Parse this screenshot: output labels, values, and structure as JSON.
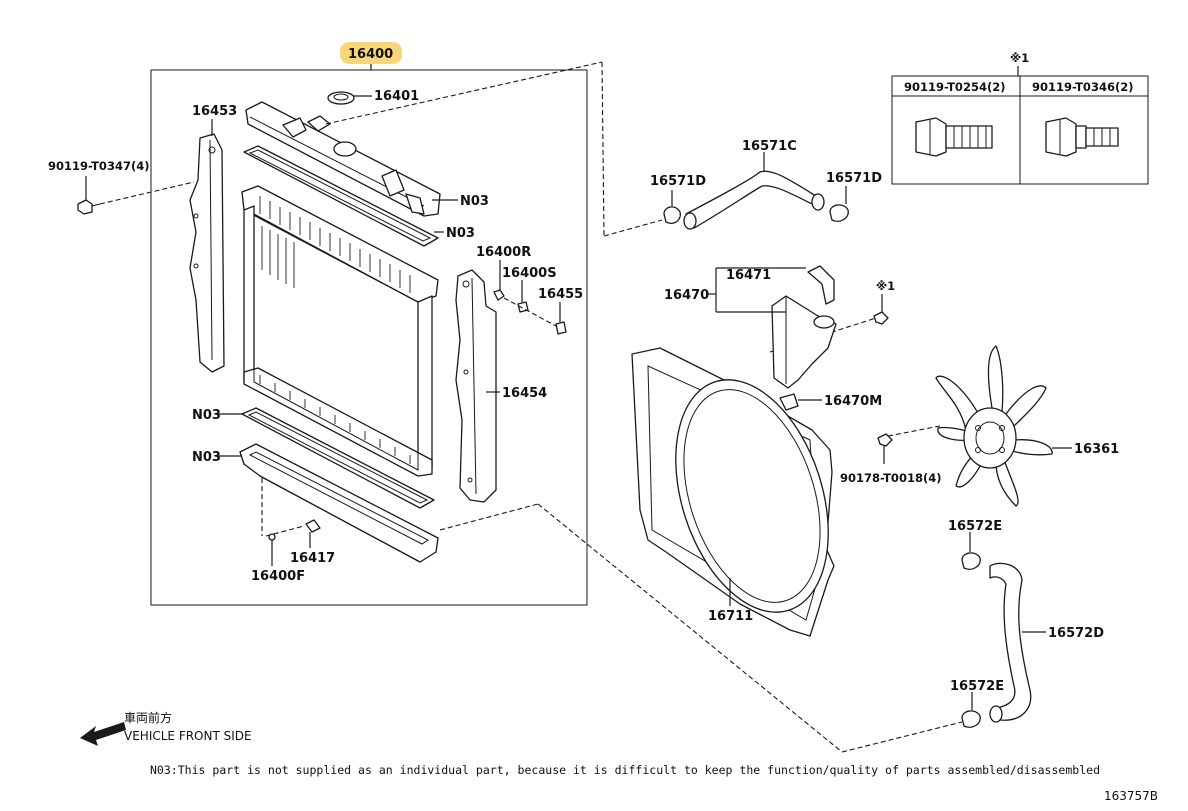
{
  "diagram": {
    "main_assembly": "16400",
    "callouts": {
      "p16401": "16401",
      "p16453": "16453",
      "bolt_left": "90119-T0347(4)",
      "n03_a": "N03",
      "n03_b": "N03",
      "n03_c": "N03",
      "n03_d": "N03",
      "p16400R": "16400R",
      "p16400S": "16400S",
      "p16455": "16455",
      "p16454": "16454",
      "p16417": "16417",
      "p16400F": "16400F",
      "p16571C": "16571C",
      "p16571D_left": "16571D",
      "p16571D_right": "16571D",
      "p16471": "16471",
      "p16470": "16470",
      "p16470M": "16470M",
      "ref_mark_small": "※1",
      "p16711": "16711",
      "p16361": "16361",
      "nut": "90178-T0018(4)",
      "p16572E_top": "16572E",
      "p16572E_bottom": "16572E",
      "p16572D": "16572D"
    },
    "bolt_table": {
      "ref_mark": "※1",
      "col1": "90119-T0254(2)",
      "col2": "90119-T0346(2)"
    },
    "direction": {
      "japanese": "車両前方",
      "english": "VEHICLE FRONT SIDE"
    },
    "footnote": "N03:This part is not supplied as an individual part, because it is difficult to keep the function/quality of parts assembled/disassembled",
    "diagram_id": "163757B"
  }
}
